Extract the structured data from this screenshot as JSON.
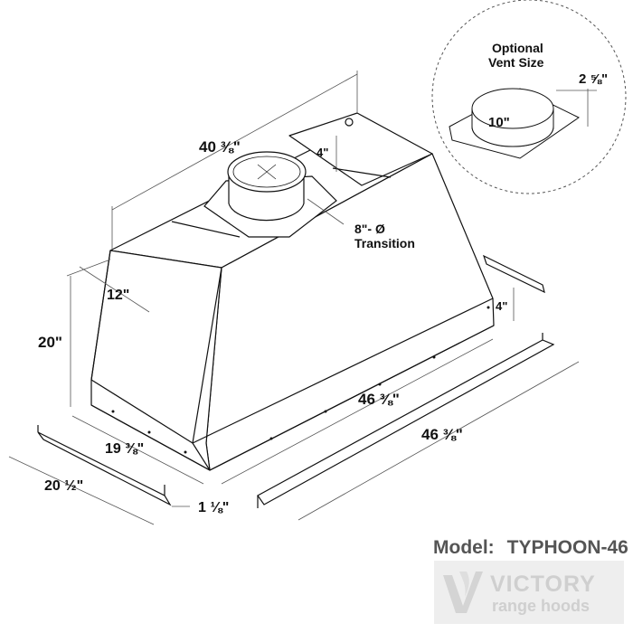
{
  "dimensions": {
    "top_width": "40 ⅜\"",
    "collar_height": "4\"",
    "depth_top": "12\"",
    "height": "20\"",
    "bottom_depth": "19 ⅜\"",
    "bottom_width": "46 ⅜\"",
    "bracket_length": "46 ⅜\"",
    "bracket_height": "4\"",
    "side_bracket_length": "20 ½\"",
    "flange": "1 ⅛\""
  },
  "transition_label": {
    "line1": "8\"- Ø",
    "line2": "Transition"
  },
  "vent": {
    "title_line1": "Optional",
    "title_line2": "Vent Size",
    "diameter": "10\"",
    "height": "2 ⅝\""
  },
  "model": {
    "label": "Model:",
    "name": "TYPHOON-46"
  },
  "logo": {
    "brand": "VICTORY",
    "sub": "range hoods"
  },
  "colors": {
    "line": "#111111",
    "dim_line": "#555555",
    "model_text": "#555555",
    "logo_bg": "#eeeeee",
    "logo_text": "#cfcfcf"
  }
}
